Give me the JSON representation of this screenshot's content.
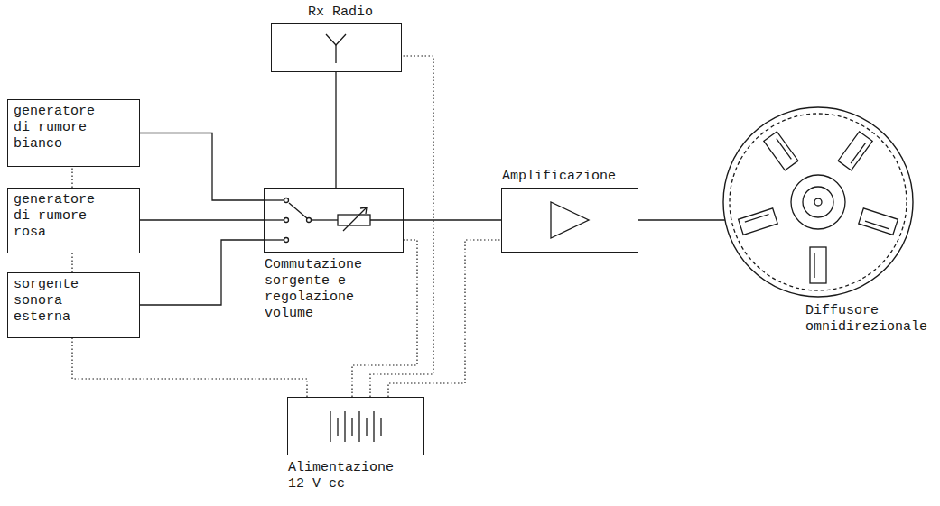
{
  "diagram": {
    "nodes": [
      {
        "text": [
          "Rx Radio"
        ]
      },
      {
        "text": [
          "generatore di rumore bianco"
        ]
      },
      {
        "text": [
          "generatore di rumore rosa"
        ]
      },
      {
        "text": [
          "sorgente sonora esterna"
        ]
      },
      {
        "text": [
          "Commutazione sorgente e regolazione volume"
        ]
      },
      {
        "text": [
          "Amplificazione"
        ]
      },
      {
        "text": [
          "Diffusore omnidirezionale"
        ]
      },
      {
        "text": [
          "Alimentazione 12 V cc"
        ]
      }
    ],
    "edges": [
      {
        "from": 1,
        "to": 4,
        "arrow": "none"
      },
      {
        "from": 2,
        "to": 4,
        "arrow": "none"
      },
      {
        "from": 3,
        "to": 4,
        "arrow": "none"
      },
      {
        "from": 0,
        "to": 4,
        "arrow": "none"
      },
      {
        "from": 4,
        "to": 5,
        "arrow": "none"
      },
      {
        "from": 5,
        "to": 6,
        "arrow": "none"
      },
      {
        "from": 7,
        "to": 0,
        "arrow": "none"
      },
      {
        "from": 7,
        "to": 4,
        "arrow": "none"
      },
      {
        "from": 7,
        "to": 5,
        "arrow": "none"
      },
      {
        "from": 7,
        "to": 3,
        "arrow": "none"
      },
      {
        "from": 3,
        "to": 2,
        "arrow": "none"
      },
      {
        "from": 2,
        "to": 1,
        "arrow": "none"
      }
    ]
  }
}
